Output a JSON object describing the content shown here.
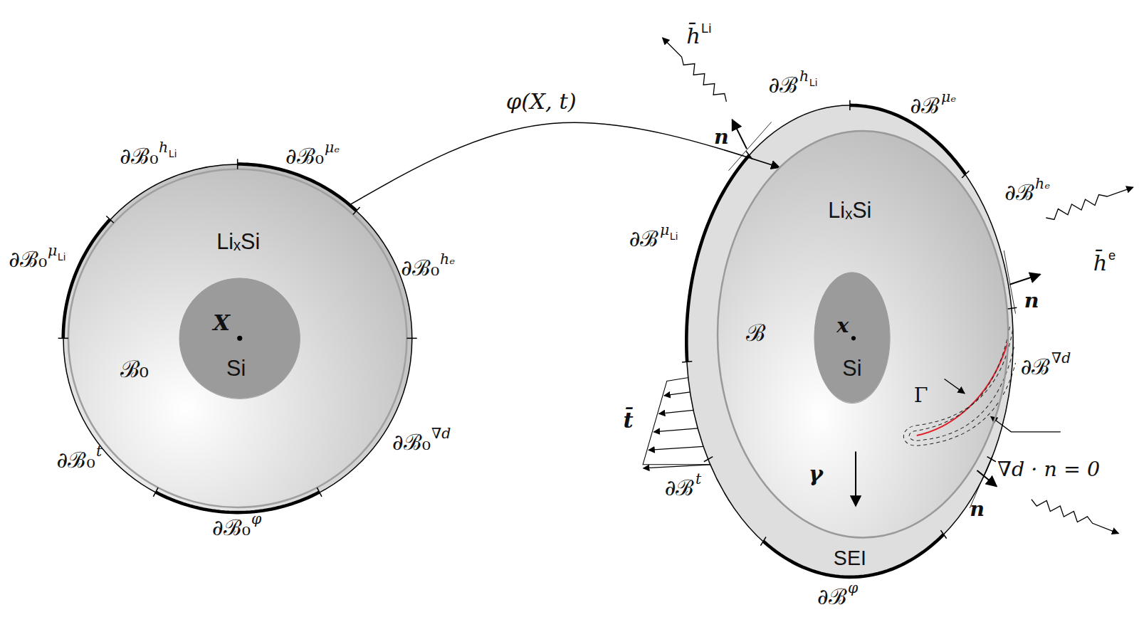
{
  "diagram": {
    "nodes": [
      {
        "text": [
          "LiₓSi",
          "ℬ₀"
        ]
      },
      {
        "text": [
          "X",
          "Si"
        ],
        "in": 0
      },
      {
        "text": [
          "SEI"
        ]
      },
      {
        "text": [
          "LiₓSi",
          "ℬ"
        ],
        "in": 2
      },
      {
        "text": [
          "x",
          "Si"
        ],
        "in": 3
      }
    ],
    "edges": [
      {
        "from": 0,
        "to": 3,
        "arrow": "to",
        "label": "φ(X, t)"
      }
    ],
    "labels": [
      "∂ℬ₀",
      "h",
      "Li",
      "∂ℬ₀",
      "μₑ",
      "∂ℬ₀",
      "μ",
      "Li",
      "∂ℬ₀",
      "hₑ",
      "∂ℬ₀",
      "∇d",
      "∂ℬ₀",
      "t",
      "∂ℬ₀",
      "φ",
      "∂ℬ",
      "h",
      "Li",
      "∂ℬ",
      "μₑ",
      "∂ℬ",
      "μ",
      "Li",
      "∂ℬ",
      "hₑ",
      "∂ℬ",
      "∇d",
      "∂ℬ",
      "t",
      "∂ℬ",
      "φ",
      "h̄",
      "Li",
      "h̄",
      "e",
      "t̄",
      "n",
      "n",
      "n",
      "γ",
      "Γ",
      "∇d · n = 0"
    ]
  }
}
